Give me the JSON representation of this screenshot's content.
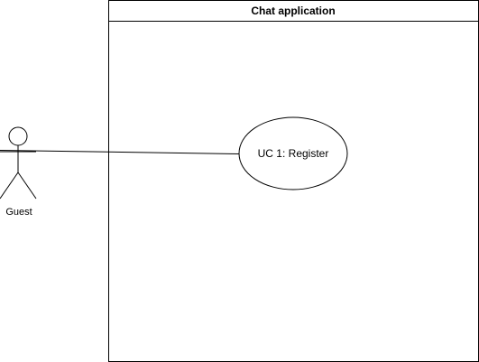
{
  "system": {
    "title": "Chat application"
  },
  "use_cases": [
    {
      "label": "UC 1: Register"
    }
  ],
  "actors": [
    {
      "label": "Guest"
    }
  ],
  "colors": {
    "stroke": "#000000",
    "fill": "#ffffff",
    "background": "#ffffff"
  }
}
